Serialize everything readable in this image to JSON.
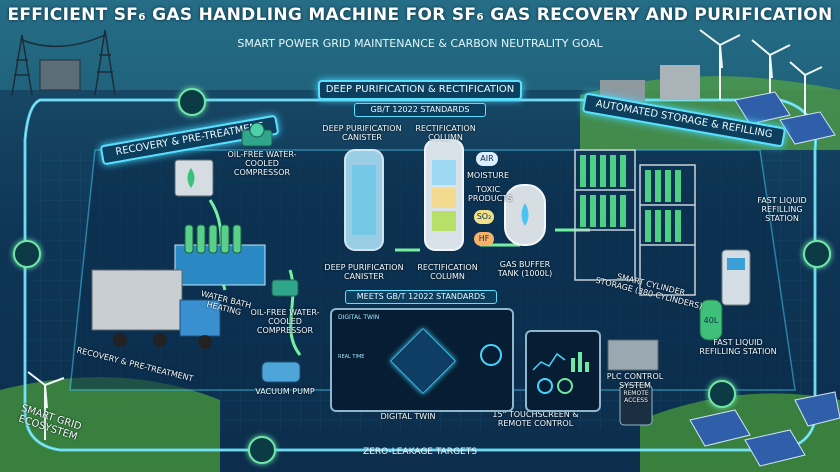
{
  "title": "EFFICIENT SF₆ GAS HANDLING MACHINE FOR SF₆ GAS RECOVERY AND PURIFICATION",
  "subtitle": "SMART POWER GRID MAINTENANCE & CARBON NEUTRALITY GOAL",
  "sections": {
    "recovery": "RECOVERY & PRE-TREATMENT",
    "purification": "DEEP PURIFICATION & RECTIFICATION",
    "storage": "AUTOMATED STORAGE & REFILLING"
  },
  "standards": {
    "top": "GB/T 12022 STANDARDS",
    "meets": "MEETS GB/T 12022 STANDARDS"
  },
  "labels": {
    "compressor_top": "OIL-FREE WATER-COOLED COMPRESSOR",
    "water_bath": "WATER BATH HEATING",
    "compressor_bottom": "OIL-FREE WATER-COOLED COMPRESSOR",
    "vacuum_pump": "VACUUM PUMP",
    "recovery_truck": "RECOVERY & PRE-TREATMENT",
    "canister_top": "DEEP PURIFICATION CANISTER",
    "column_top": "RECTIFICATION COLUMN",
    "canister_bottom": "DEEP PURIFICATION CANISTER",
    "column_bottom": "RECTIFICATION COLUMN",
    "buffer_tank": "GAS BUFFER TANK (1000L)",
    "smart_storage": "SMART CYLINDER STORAGE (380 CYLINDERS)",
    "fast_refill_top": "FAST LIQUID REFILLING STATION",
    "fast_refill_bottom": "FAST LIQUID REFILLING STATION",
    "cylinder_tag": "40L",
    "plc": "PLC CONTROL SYSTEM",
    "touchscreen": "15\" TOUCHSCREEN & REMOTE CONTROL",
    "digital_twin": "DIGITAL TWIN",
    "remote_access": "REMOTE ACCESS",
    "smart_grid": "SMART GRID ECOSYSTEM",
    "zero_leak": "ZERO-LEAKAGE TARGETS"
  },
  "impurities": [
    "AIR",
    "MOISTURE",
    "TOXIC PRODUCTS",
    "SO₂",
    "HF"
  ],
  "twin_screen": {
    "header": "DIGITAL TWIN",
    "side": "REAL TIME"
  },
  "colors": {
    "accent": "#5ae0ff",
    "green": "#6fe7a6",
    "title": "#ffffff",
    "background": "#0e3556"
  }
}
